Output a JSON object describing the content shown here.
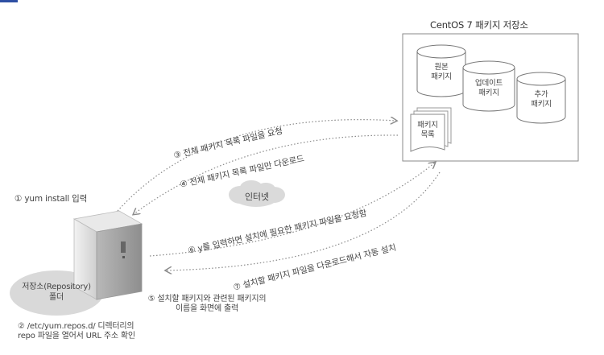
{
  "repository": {
    "title": "CentOS 7 패키지 저장소",
    "db_original": [
      "원본",
      "패키지"
    ],
    "db_update": [
      "업데이트",
      "패키지"
    ],
    "db_extra": [
      "추가",
      "패키지"
    ],
    "pkg_list": [
      "패키지",
      "목록"
    ]
  },
  "cloud_label": "인터넷",
  "folder_label": [
    "저장소(Repository)",
    "폴더"
  ],
  "steps": {
    "s1": "① yum install 입력",
    "s2": [
      "② /etc/yum.repos.d/ 디렉터리의",
      "repo 파일을 열어서 URL 주소 확인"
    ],
    "s3": "③ 전체 패키지 목록 파일을 요청",
    "s4": "④ 전체 패키지 목록 파일만 다운로드",
    "s5": [
      "⑤ 설치할 패키지와 관련된 패키지의",
      "이름을 화면에 출력"
    ],
    "s6": "⑥ y를 입력하면 설치에 필요한 패키지 파일을 요청함",
    "s7": "⑦ 설치할 패키지 파일을 다운로드해서 자동 설치"
  },
  "colors": {
    "line": "#8a8a8a",
    "db_fill": "#ffffff",
    "folder_fill": "#d9d9d9",
    "cloud_fill": "#dadada",
    "server_light": "#e6e6e6",
    "server_dark": "#9c9c9c",
    "corner_accent": "#2e4fa3"
  }
}
